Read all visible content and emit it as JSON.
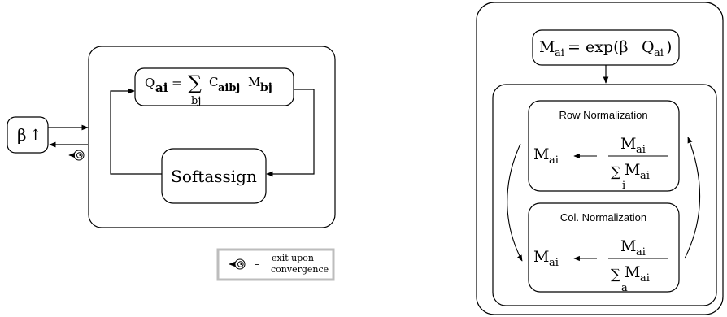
{
  "left_diagram": {
    "beta_box": {
      "symbol": "β",
      "arrow": "↑"
    },
    "q_box": {
      "lhs": "Q",
      "lhs_sub": "ai",
      "equals": "=",
      "sum": "∑",
      "sum_index": "bj",
      "term1": "C",
      "term1_sub": "aibj",
      "term2": "M",
      "term2_sub": "bj"
    },
    "softassign_label": "Softassign",
    "legend": {
      "line1": "exit  upon",
      "line2": "convergence",
      "dash": "–"
    }
  },
  "right_diagram": {
    "top_box": {
      "lhs": "M",
      "lhs_sub": "ai",
      "eq": "= exp(β",
      "q": "Q",
      "q_sub": "ai",
      "close": ")"
    },
    "row_box": {
      "title": "Row Normalization",
      "lhs": "M",
      "lhs_sub": "ai",
      "num": "M",
      "num_sub": "ai",
      "sum": "∑",
      "sum_index": "i",
      "den": "M",
      "den_sub": "ai"
    },
    "col_box": {
      "title": "Col. Normalization",
      "lhs": "M",
      "lhs_sub": "ai",
      "num": "M",
      "num_sub": "ai",
      "sum": "∑",
      "sum_index": "a",
      "den": "M",
      "den_sub": "ai"
    }
  },
  "colors": {
    "stroke": "#000000",
    "legend_border": "#bdbdbd",
    "background": "#ffffff"
  },
  "icons": {
    "spiral": "spiral-exit-icon"
  }
}
